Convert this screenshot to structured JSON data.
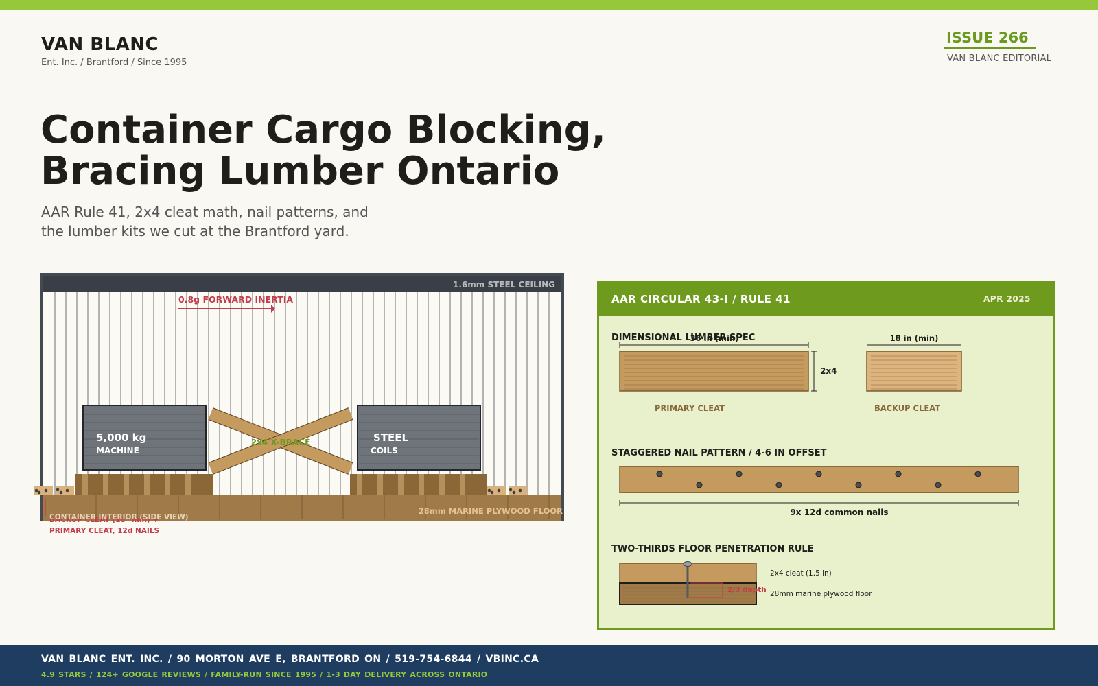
{
  "brand": {
    "name": "VAN BLANC",
    "tagline": "Ent. Inc. / Brantford / Since 1995",
    "issue": "ISSUE 266",
    "editorial": "VAN BLANC EDITORIAL"
  },
  "hero": {
    "title_line1": "Container Cargo Blocking,",
    "title_line2": "Bracing Lumber Ontario",
    "subtitle_line1": "AAR Rule 41, 2x4 cleat math, nail patterns, and",
    "subtitle_line2": "the lumber kits we cut at the Brantford yard."
  },
  "container": {
    "ceiling_label": "1.6mm STEEL CEILING",
    "inertia_label": "0.8g FORWARD INERTIA",
    "brace_label": "2x4 X-BRACE",
    "machine_weight": "5,000 kg",
    "machine_label": "MACHINE",
    "coils_line1": "STEEL",
    "coils_line2": "COILS",
    "floor_label": "28mm MARINE PLYWOOD FLOOR",
    "interior_label": "CONTAINER INTERIOR (SIDE VIEW)",
    "cleat_note_line1": "BACKUP CLEAT (18\" min) +",
    "cleat_note_line2": "PRIMARY CLEAT, 12d NAILS"
  },
  "panel": {
    "title": "AAR CIRCULAR 43-I  /  RULE 41",
    "date": "APR 2025",
    "spec_heading": "DIMENSIONAL LUMBER SPEC",
    "primary_length": "36 in (min)",
    "thickness": "2x4",
    "backup_length": "18 in (min)",
    "primary_label": "PRIMARY CLEAT",
    "backup_label": "BACKUP CLEAT",
    "nail_heading": "STAGGERED NAIL PATTERN  /  4-6 IN OFFSET",
    "nail_count_label": "9x 12d common nails",
    "nail_count": 9,
    "penetration_heading": "TWO-THIRDS FLOOR PENETRATION RULE",
    "depth_label": "2/3 depth",
    "cleat_layer_label": "2x4 cleat (1.5 in)",
    "floor_layer_label": "28mm marine plywood floor"
  },
  "footer": {
    "line1": "VAN BLANC ENT. INC.   /   90 MORTON AVE E, BRANTFORD ON   /   519-754-6844   /   VBINC.CA",
    "line2": "4.9 STARS / 124+ GOOGLE REVIEWS   /   FAMILY-RUN SINCE 1995   /   1-3 DAY DELIVERY ACROSS ONTARIO"
  },
  "colors": {
    "accent_green": "#97c83c",
    "panel_green": "#6e9a1e",
    "navy": "#1f3d60",
    "lumber": "#c49a5e",
    "warning_red": "#c43c4a"
  }
}
